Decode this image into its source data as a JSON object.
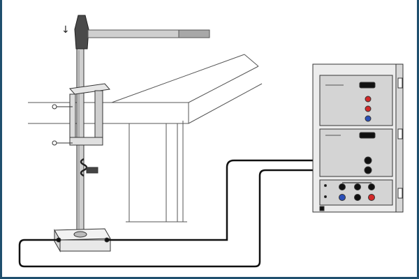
{
  "diagram": {
    "colors": {
      "background": "#ffffff",
      "frame": "#1f4f6e",
      "line": "#222222",
      "cable": "#111111",
      "device_body": "#e8e8e8",
      "device_panel": "#d2d2d2",
      "socket_red": "#d22828",
      "socket_blue": "#2a4fb8",
      "socket_black": "#111111"
    },
    "components": [
      "hammer",
      "rod",
      "clamp",
      "table",
      "sensor-block",
      "measuring-device",
      "cable"
    ],
    "hammer_arrow": "↓"
  }
}
